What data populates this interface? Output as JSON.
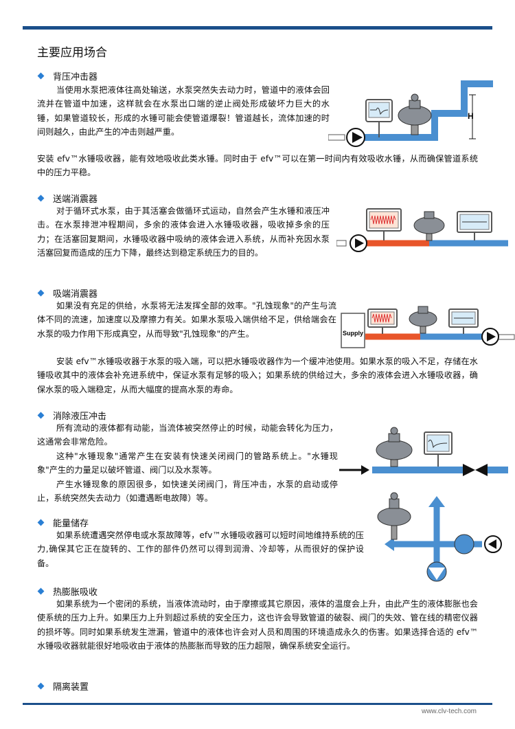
{
  "page_title": "主要应用场合",
  "sections": [
    {
      "heading": "背压冲击器",
      "paragraphs": [
        "当使用水泵把液体往高处输送，水泵突然失去动力时，管道中的液体会回流并在管道中加速，这样就会在水泵出口端的逆止阀处形成破坏力巨大的水锤，如果管道较长，形成的水锤可能会使管道爆裂！管道越长，流体加速的时间则越久，由此产生的冲击则越严重。",
        "安装 efv™水锤吸收器，能有效地吸收此类水锤。同时由于 efv™可以在第一时间内有效吸收水锤，从而确保管道系统中的压力平稳。"
      ],
      "diagram_label": "H"
    },
    {
      "heading": "送端消震器",
      "paragraphs": [
        "对于循环式水泵，由于其活塞会做循环式运动，自然会产生水锤和液压冲击。在水泵排泄冲程期间，多余的液体会进入水锤吸收器，吸收掉多余的压力；在活塞回复期间，水锤吸收器中吸纳的液体会进入系统，从而补充因水泵活塞回复而造成的压力下降，最终达到稳定系统压力的目的。"
      ]
    },
    {
      "heading": "吸端消震器",
      "paragraphs": [
        "如果没有充足的供给，水泵将无法发挥全部的效率。\"孔蚀现象\"的产生与流体不同的流速，加速度以及摩擦力有关。如果水泵吸入端供给不足，供给端会在水泵的吸力作用下形成真空，从而导致\"孔蚀现象\"的产生。",
        "安装 efv™水锤吸收器于水泵的吸入端，可以把水锤吸收器作为一个缓冲池使用。如果水泵的吸入不足，存储在水锤吸收其中的液体会补充进系统中，保证水泵有足够的吸入；如果系统的供给过大，多余的液体会进入水锤吸收器，确保水泵的吸入端稳定，从而大幅度的提高水泵的寿命。"
      ],
      "diagram_label": "Supply"
    },
    {
      "heading": "消除液压冲击",
      "paragraphs": [
        "所有流动的液体都有动能，当流体被突然停止的时候，动能会转化为压力，这通常会非常危险。",
        "这种\"水锤现象\"通常产生在安装有快速关闭阀门的管路系统上。\"水锤现象\"产生的力量足以破坏管道、阀门以及水泵等。",
        "产生水锤现象的原因很多，如快速关闭阀门，背压冲击，水泵的启动或停止，系统突然失去动力（如遭遇断电故障）等。"
      ]
    },
    {
      "heading": "能量储存",
      "paragraphs": [
        "如果系统遭遇突然停电或水泵故障等，efv™水锤吸收器可以短时间地维持系统的压力,确保其它正在旋转的、工作的部件仍然可以得到润滑、冷却等，从而很好的保护设备。"
      ]
    },
    {
      "heading": "热膨胀吸收",
      "paragraphs": [
        "如果系统为一个密闭的系统，当液体流动时，由于摩擦或其它原因，液体的温度会上升，由此产生的液体膨胀也会使系统的压力上升。如果压力上升到超过系统的安全压力，这也许会导致管道的破裂、阀门的失效、管在线的精密仪器的损坏等。同时如果系统发生泄漏，管道中的液体也许会对人员和周围的环境造成永久的伤害。如果选择合适的 efv™水锤吸收器就能很好地吸收由于液体的热膨胀而导致的压力超限，确保系统安全运行。"
      ]
    },
    {
      "heading": "隔离装置",
      "paragraphs": []
    }
  ],
  "footer": "www.clv-tech.com",
  "colors": {
    "pipe": "#4a8fd0",
    "pipe_hot": "#e8552a",
    "rule": "#1b4f8a",
    "bullet": "#2a7fd4"
  }
}
